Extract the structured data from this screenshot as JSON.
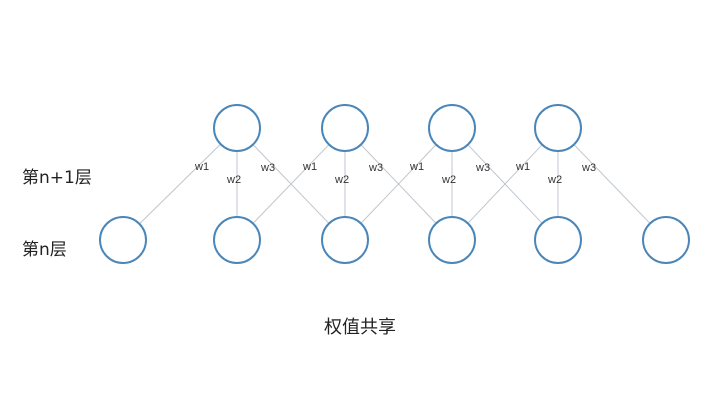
{
  "layers": {
    "upper_label": "第n+1层",
    "lower_label": "第n层"
  },
  "caption": "权值共享",
  "weights": [
    "w1",
    "w2",
    "w3"
  ],
  "upper_node_count": 4,
  "lower_node_count": 6,
  "colors": {
    "node_stroke": "#4a86b8",
    "edge": "#bfc6cc",
    "background": "#ffffff"
  }
}
